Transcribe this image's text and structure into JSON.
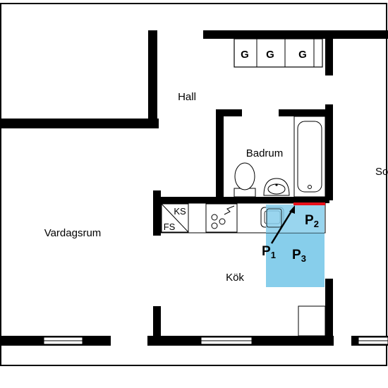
{
  "rooms": {
    "hall": "Hall",
    "badrum": "Badrum",
    "vardagsrum": "Vardagsrum",
    "kok": "Kök",
    "sovrum_partial": "So"
  },
  "cabinets": [
    "G",
    "G",
    "G"
  ],
  "fixtures": {
    "ks": "KS",
    "fs": "FS"
  },
  "points": {
    "p1": {
      "letter": "P",
      "sub": "1"
    },
    "p2": {
      "letter": "P",
      "sub": "2"
    },
    "p3": {
      "letter": "P",
      "sub": "3"
    }
  },
  "colors": {
    "wall": "#000000",
    "highlight": "#87CEEB",
    "marker": "#E8101A"
  }
}
